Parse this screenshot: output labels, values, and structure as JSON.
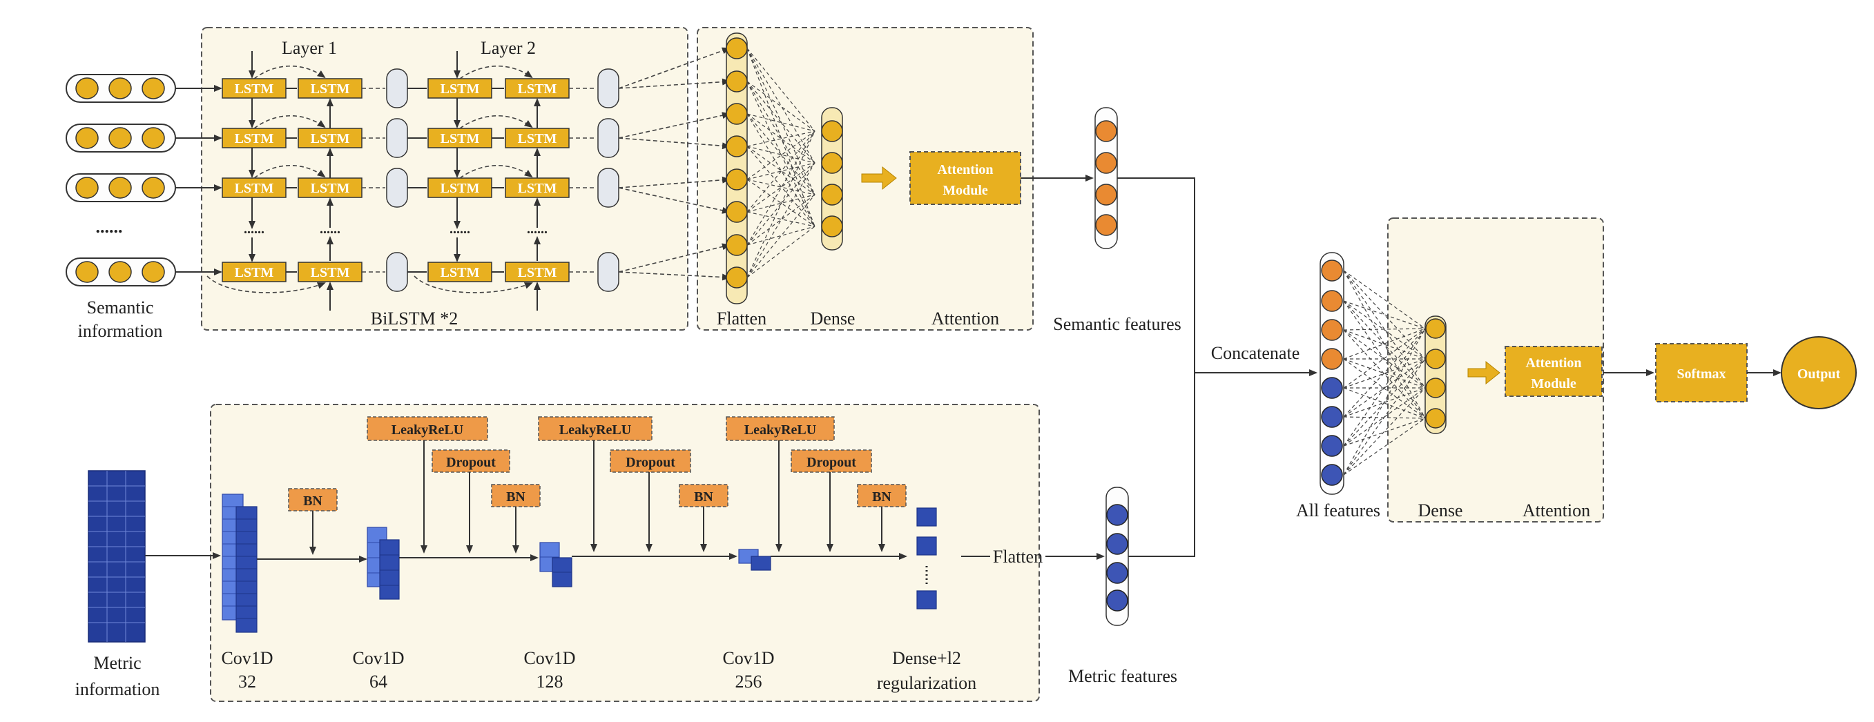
{
  "labels": {
    "semantic_information": [
      "Semantic",
      "information"
    ],
    "metric_information": [
      "Metric",
      "information"
    ],
    "layer1": "Layer 1",
    "layer2": "Layer 2",
    "bilstm": "BiLSTM *2",
    "lstm": "LSTM",
    "flatten": "Flatten",
    "dense": "Dense",
    "attention": "Attention",
    "attention_module": [
      "Attention",
      "Module"
    ],
    "semantic_features": "Semantic features",
    "metric_features": "Metric features",
    "concatenate": "Concatenate",
    "all_features": "All  features",
    "softmax": "Softmax",
    "output": "Output",
    "leaky_relu": "LeakyReLU",
    "dropout": "Dropout",
    "bn": "BN",
    "flatten_arrow": "Flatten",
    "ellipsis": "......",
    "conv_blocks": [
      {
        "name": "Cov1D",
        "value": "32"
      },
      {
        "name": "Cov1D",
        "value": "64"
      },
      {
        "name": "Cov1D",
        "value": "128"
      },
      {
        "name": "Cov1D",
        "value": "256"
      }
    ],
    "dense_l2": [
      "Dense+l2",
      "regularization"
    ]
  },
  "colors": {
    "gold": "#e8b020",
    "orange": "#e98a32",
    "orange_box": "#ee9a48",
    "blue": "#3d55b5",
    "blue_light": "#5b7ee0",
    "navy": "#243d9a",
    "panel": "#fbf7e8",
    "capsule_grey": "#e4e8ee"
  }
}
